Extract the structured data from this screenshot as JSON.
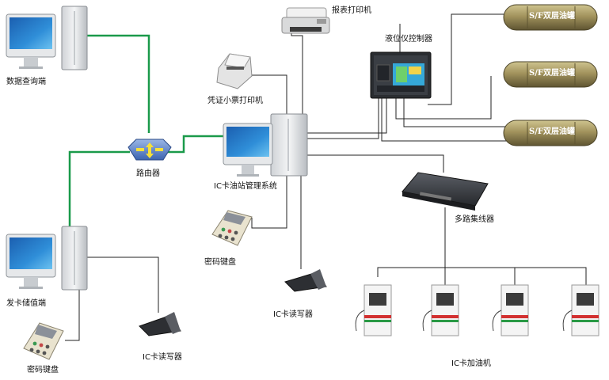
{
  "nodes": {
    "data_query": "数据查询端",
    "card_issuer": "发卡储值端",
    "router": "路由器",
    "ic_system": "IC卡油站管理系统",
    "report_printer": "报表打印机",
    "receipt_printer": "凭证小票打印机",
    "level_controller": "液位仪控制器",
    "multiplexer": "多路集线器",
    "pinpad_center": "密码键盘",
    "pinpad_left": "密码键盘",
    "reader_center": "IC卡读写器",
    "reader_left": "IC卡读写器",
    "dispensers": "IC卡加油机"
  },
  "tanks": [
    {
      "label": "S/F双层油罐"
    },
    {
      "label": "S/F双层油罐"
    },
    {
      "label": "S/F双层油罐"
    }
  ],
  "colors": {
    "network_line": "#1a9a4a",
    "wire_line": "#1f1f1f",
    "tank_body": "#9c8e5a"
  }
}
